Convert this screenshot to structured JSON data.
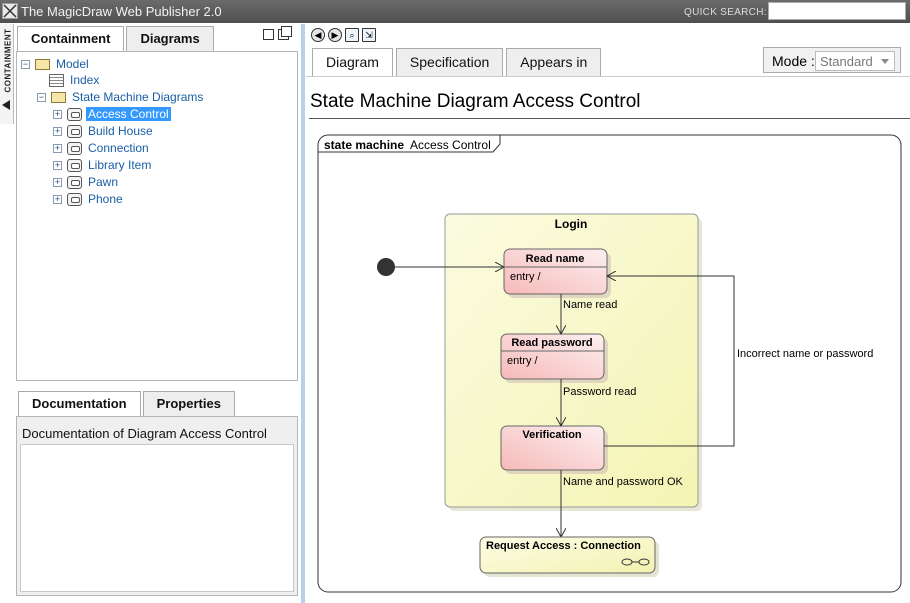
{
  "app": {
    "title": "The MagicDraw Web Publisher 2.0",
    "quick_search_label": "QUICK SEARCH:",
    "quick_search_value": ""
  },
  "sidebar_tab": {
    "label": "CONTAINMENT"
  },
  "left_tabs": [
    "Containment",
    "Diagrams"
  ],
  "tree": {
    "items": [
      {
        "label": "Model",
        "icon": "model-folder-icon"
      },
      {
        "label": "Index",
        "icon": "index-icon"
      },
      {
        "label": "State Machine Diagrams",
        "icon": "folder-icon"
      },
      {
        "label": "Access Control",
        "icon": "state-machine-icon",
        "selected": true
      },
      {
        "label": "Build House",
        "icon": "state-machine-icon"
      },
      {
        "label": "Connection",
        "icon": "state-machine-icon"
      },
      {
        "label": "Library Item",
        "icon": "state-machine-icon"
      },
      {
        "label": "Pawn",
        "icon": "state-machine-icon"
      },
      {
        "label": "Phone",
        "icon": "state-machine-icon"
      }
    ]
  },
  "bottom_tabs": [
    "Documentation",
    "Properties"
  ],
  "documentation": {
    "title": "Documentation of Diagram  Access Control",
    "body": ""
  },
  "right_tabs": [
    "Diagram",
    "Specification",
    "Appears in"
  ],
  "mode": {
    "label": "Mode :",
    "value": "Standard"
  },
  "page_title": "State Machine Diagram Access Control",
  "diagram": {
    "frame_keyword": "state machine",
    "frame_name": "Access Control",
    "composite_state": "Login",
    "states": [
      {
        "name": "Read name",
        "body": "entry /"
      },
      {
        "name": "Read password",
        "body": "entry /"
      },
      {
        "name": "Verification",
        "body": ""
      }
    ],
    "submachine_state": "Request Access : Connection",
    "transitions": [
      "Name read",
      "Password read",
      "Name and password OK",
      "Incorrect name or password"
    ]
  },
  "colors": {
    "titlebar": "#555555",
    "link": "#1a5ea6",
    "selection": "#3399ff",
    "divider": "#b9d0ea"
  }
}
